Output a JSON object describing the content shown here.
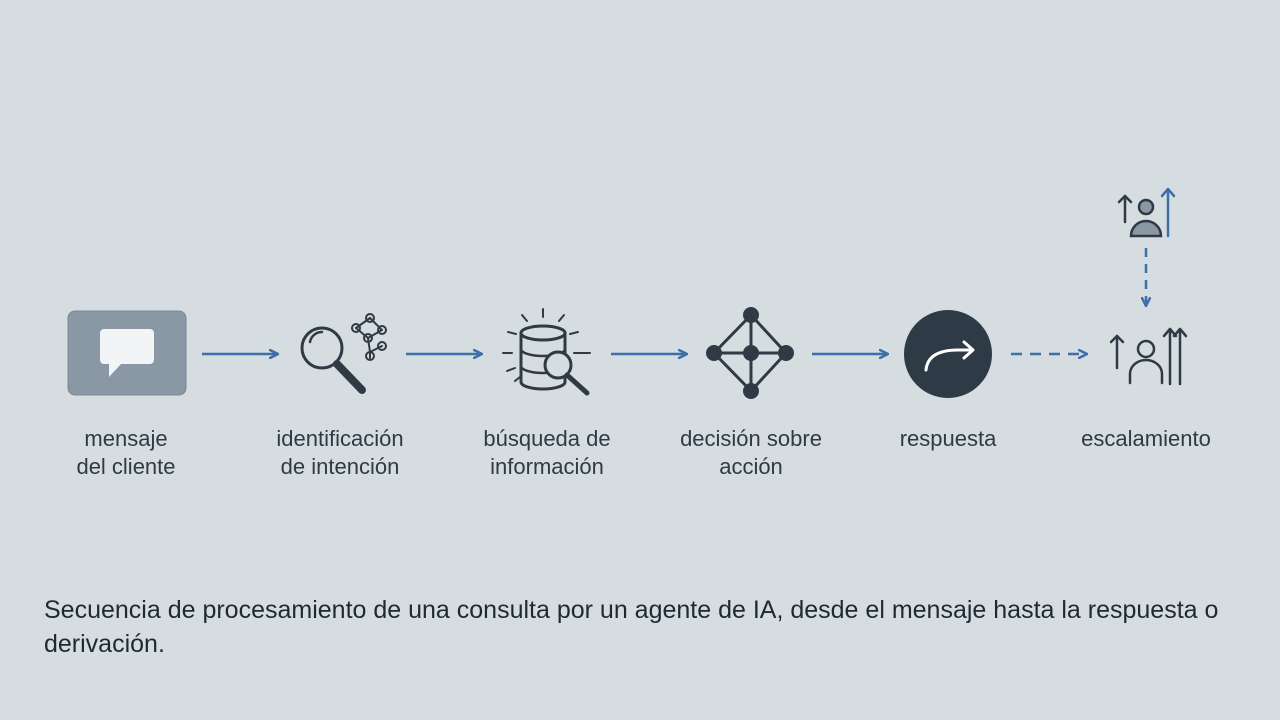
{
  "diagram": {
    "steps": [
      {
        "label": "mensaje\ndel cliente",
        "icon": "chat-bubble-icon"
      },
      {
        "label": "identificación\nde intención",
        "icon": "magnifier-network-icon"
      },
      {
        "label": "búsqueda de\ninformación",
        "icon": "database-search-icon"
      },
      {
        "label": "decisión sobre\nacción",
        "icon": "decision-graph-icon"
      },
      {
        "label": "respuesta",
        "icon": "reply-arrow-icon"
      },
      {
        "label": "escalamiento",
        "icon": "person-escalate-icon"
      }
    ],
    "extra_icon": "person-escalate-icon",
    "colors": {
      "background": "#d6dde1",
      "arrow": "#3f6fa8",
      "icon": "#2f3a45",
      "chat_box": "#8896a3",
      "response_circle": "#2e3a46"
    }
  },
  "caption": "Secuencia de procesamiento de una consulta por un agente de IA, desde el mensaje hasta la respuesta o derivación."
}
